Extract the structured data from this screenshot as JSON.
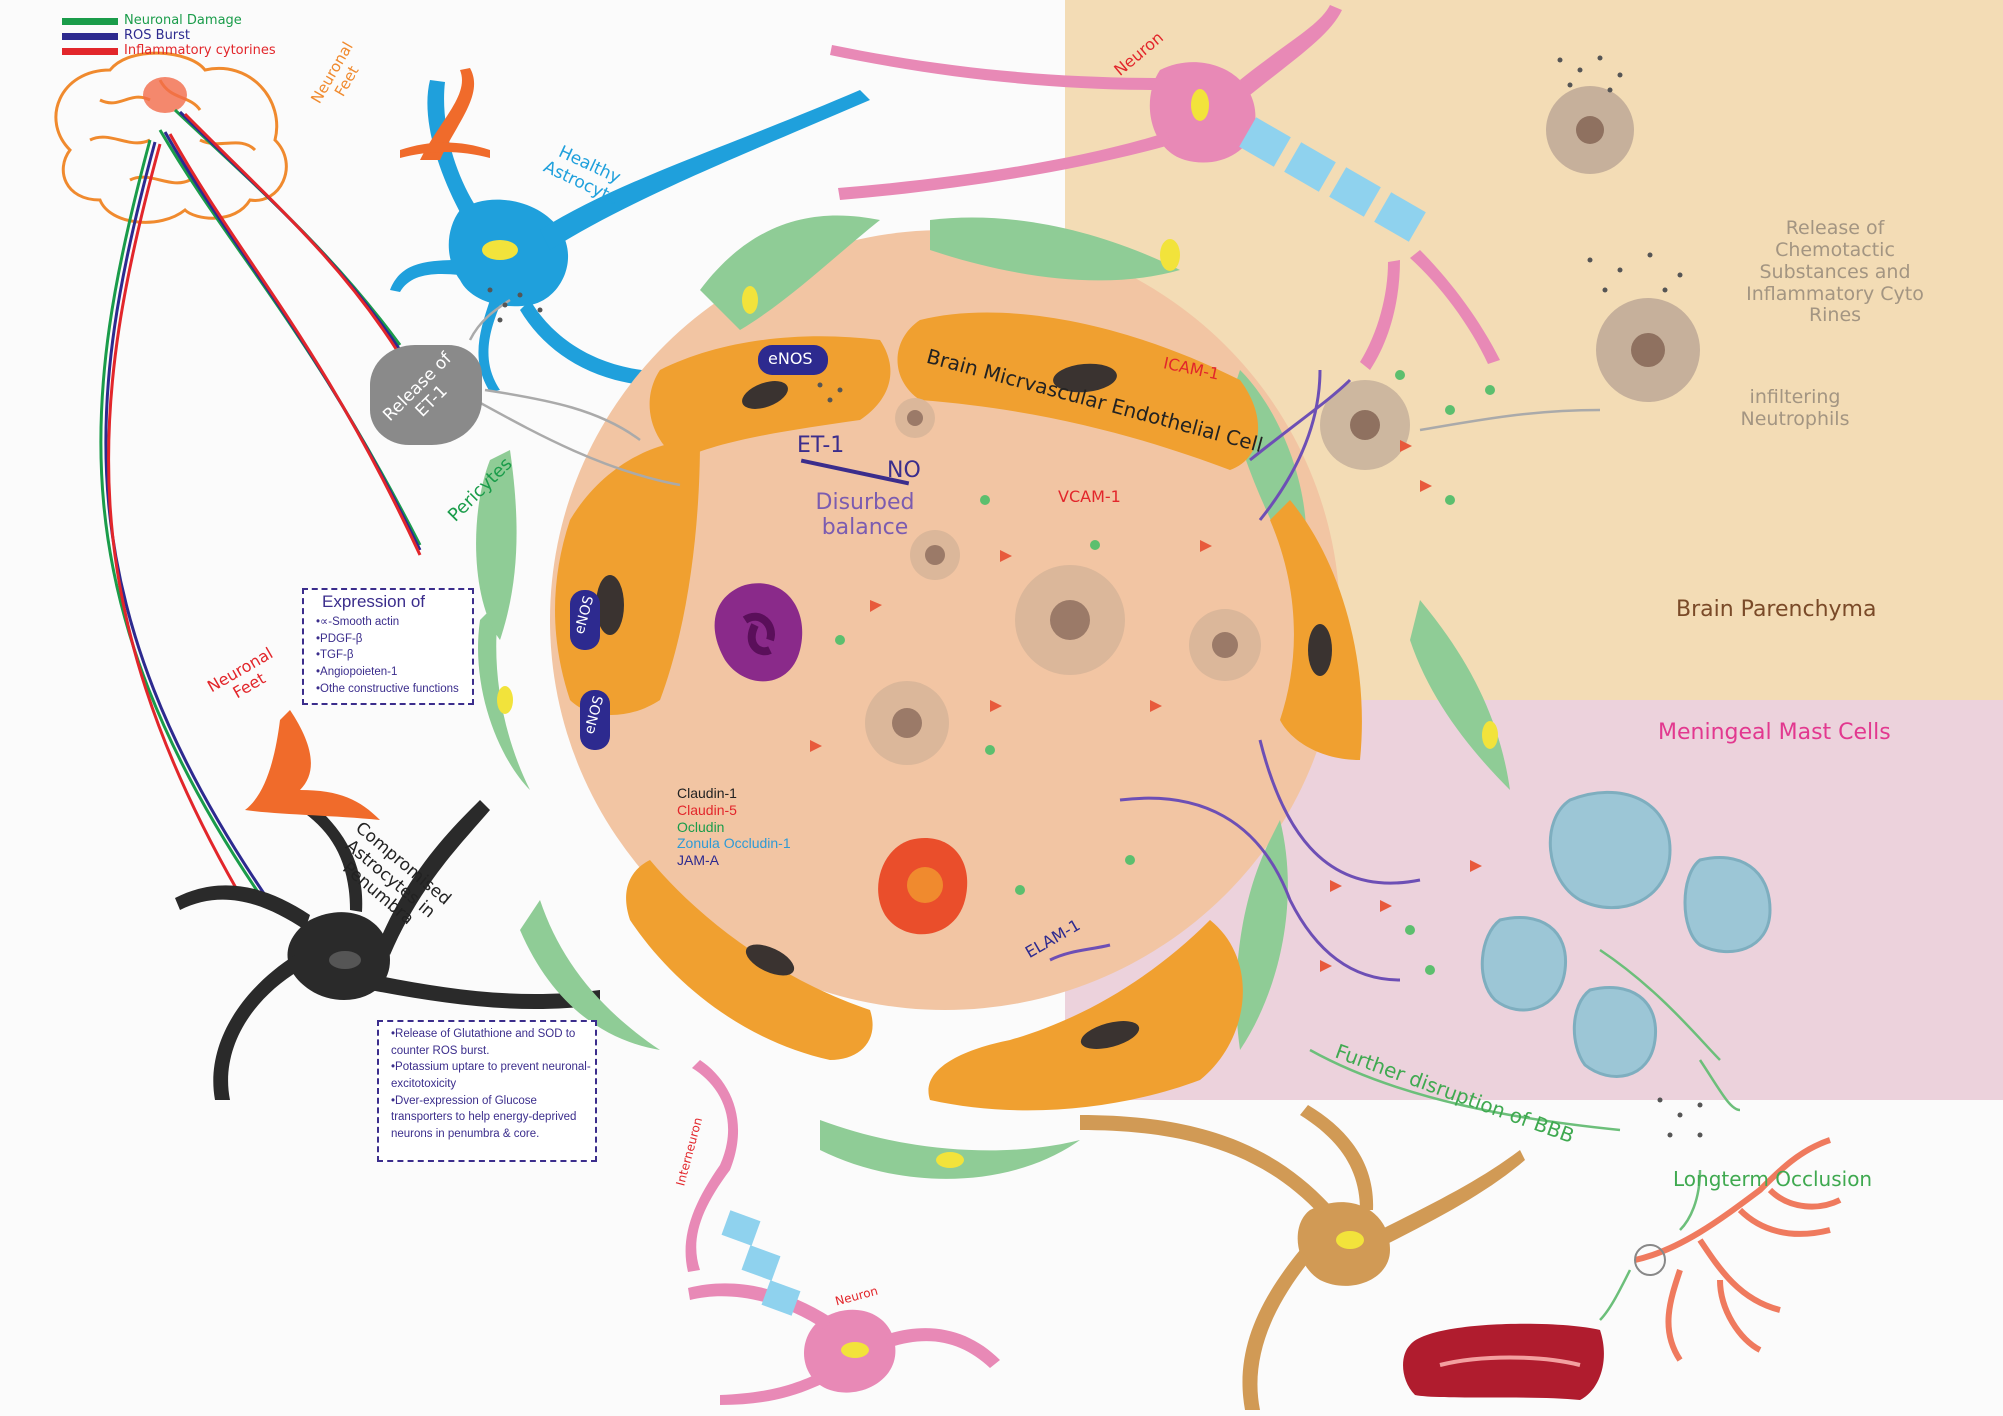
{
  "legend": [
    {
      "label": "Neuronal Damage",
      "color": "#1a9c4a"
    },
    {
      "label": "ROS Burst",
      "color": "#2d2a8f"
    },
    {
      "label": "Inflammatory cytorines",
      "color": "#e2262b"
    }
  ],
  "labels": {
    "neuronal_feet_top": "Neuronal Feet",
    "healthy_astrocyte": "Healthy Astrocyte",
    "release_et1": "Release of ET-1",
    "pericytes": "Pericytes",
    "expression_title": "Expression of",
    "neuronal_feet_left": "Neuronal Feet",
    "compromised_astrocytes": "Compromised Astrocytes in Penumbra",
    "neuron_top": "Neuron",
    "bmec": "Brain Micrvascular Endothelial Cell",
    "enos": "eNOS",
    "et1": "ET-1",
    "no": "NO",
    "disturbed_balance": "Disurbed balance",
    "icam": "ICAM-1",
    "vcam": "VCAM-1",
    "elam": "ELAM-1",
    "release_chemotactic": "Release of Chemotactic Substances and Inflammatory Cyto Rines",
    "infiltering_neutrophils": "infiltering Neutrophils",
    "brain_parenchyma": "Brain Parenchyma",
    "meningeal_mast_cells": "Meningeal Mast Cells",
    "further_disruption": "Further disruption of BBB",
    "longterm_occlusion": "Longterm Occlusion",
    "interneuron": "Interneuron",
    "neuron_bottom": "Neuron"
  },
  "expression_items": [
    "∝-Smooth actin",
    "PDGF-β",
    "TGF-β",
    "Angiopoieten-1",
    "Othe constructive functions"
  ],
  "junction_proteins": [
    {
      "label": "Claudin-1",
      "color": "#222222"
    },
    {
      "label": "Claudin-5",
      "color": "#e2262b"
    },
    {
      "label": "Ocludin",
      "color": "#1a9c4a"
    },
    {
      "label": "Zonula Occludin-1",
      "color": "#2e9ad6"
    },
    {
      "label": "JAM-A",
      "color": "#2d2a8f"
    }
  ],
  "astrocyte_functions": [
    "Release of Glutathione and SOD to counter ROS burst.",
    "Potassium uptare to prevent neuronal-excitotoxicity",
    "Dver-expression of Glucose transporters to help energy-deprived neurons in penumbra & core."
  ],
  "colors": {
    "parenchyma": "#f3dcb5",
    "meninges": "#ecd2dc",
    "lumen": "#f2c5a3",
    "endothelial": "#f0a030",
    "pericyte": "#8fcc96",
    "astrocyte_healthy": "#1fa0dc",
    "astrocyte_compromised": "#2a2a2a",
    "neuron": "#e889b6",
    "mast_cell": "#9cc6d6",
    "microglia": "#d19a55"
  }
}
